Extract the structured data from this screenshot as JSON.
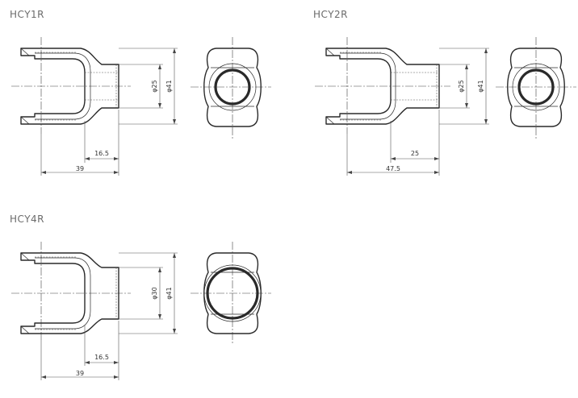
{
  "views": [
    {
      "id": "hcy1r",
      "title": "HCY1R",
      "inner_dia_label": "φ25",
      "outer_dia_label": "φ41",
      "depth_label": "16.5",
      "length_label": "39",
      "depth_mm": 16.5,
      "length_mm": 39
    },
    {
      "id": "hcy2r",
      "title": "HCY2R",
      "inner_dia_label": "φ25",
      "outer_dia_label": "φ41",
      "depth_label": "25",
      "length_label": "47.5",
      "depth_mm": 25,
      "length_mm": 47.5
    },
    {
      "id": "hcy4r",
      "title": "HCY4R",
      "inner_dia_label": "φ30",
      "outer_dia_label": "φ41",
      "depth_label": "16.5",
      "length_label": "39",
      "depth_mm": 16.5,
      "length_mm": 39
    }
  ]
}
